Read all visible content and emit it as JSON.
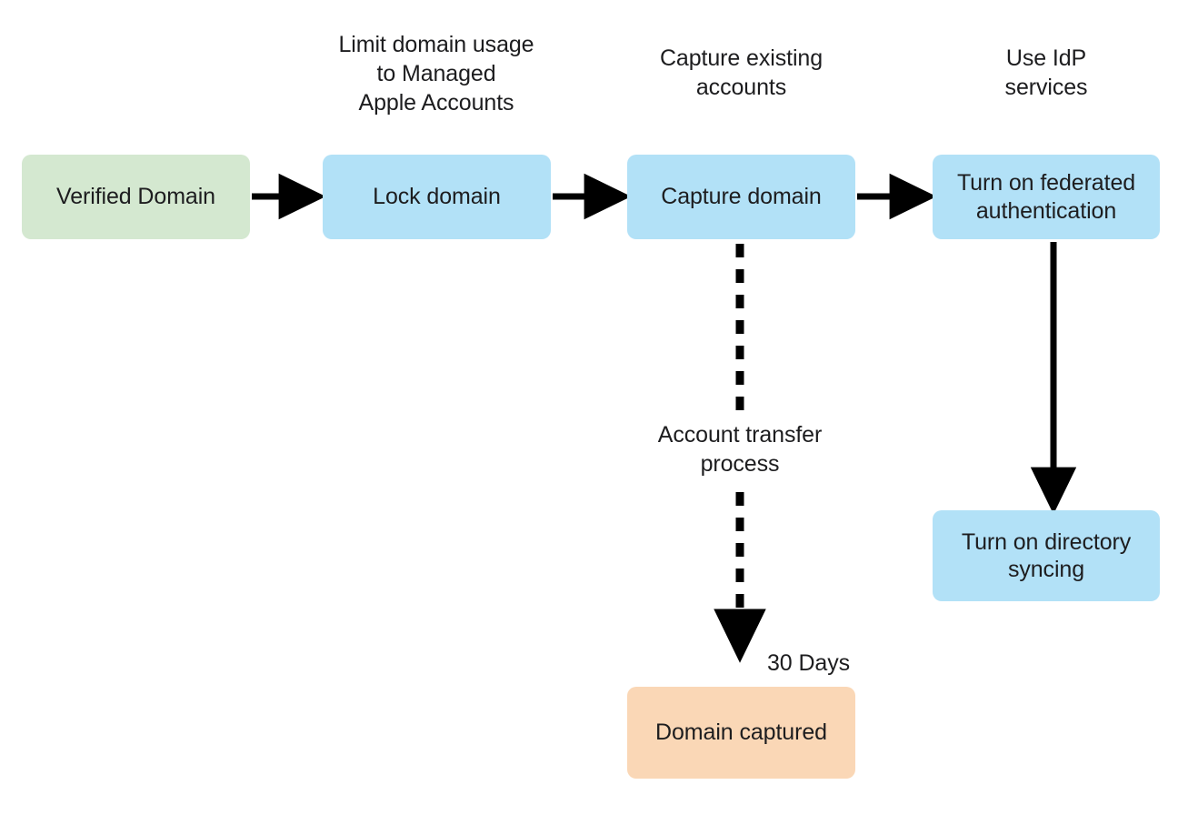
{
  "diagram": {
    "title_absent": true,
    "colors": {
      "green_node": "#d4e8d0",
      "blue_node": "#b2e1f7",
      "orange_node": "#fad7b6",
      "edge": "#000000",
      "text": "#1d1d1f",
      "background": "#ffffff"
    },
    "captions": [
      {
        "id": "caption-lock-domain",
        "text": "Limit domain usage\nto Managed\nApple Accounts"
      },
      {
        "id": "caption-capture-domain",
        "text": "Capture existing\naccounts"
      },
      {
        "id": "caption-federated-auth",
        "text": "Use IdP\nservices"
      }
    ],
    "nodes": [
      {
        "id": "node-verified-domain",
        "label": "Verified Domain",
        "color": "green_node"
      },
      {
        "id": "node-lock-domain",
        "label": "Lock domain",
        "color": "blue_node"
      },
      {
        "id": "node-capture-domain",
        "label": "Capture domain",
        "color": "blue_node"
      },
      {
        "id": "node-federated-auth",
        "label": "Turn on federated\nauthentication",
        "color": "blue_node"
      },
      {
        "id": "node-directory-syncing",
        "label": "Turn on directory\nsyncing",
        "color": "blue_node"
      },
      {
        "id": "node-domain-captured",
        "label": "Domain captured",
        "color": "orange_node"
      }
    ],
    "edges": [
      {
        "id": "edge-verified-to-lock",
        "from": "node-verified-domain",
        "to": "node-lock-domain",
        "style": "solid",
        "direction": "right",
        "label": ""
      },
      {
        "id": "edge-lock-to-capture",
        "from": "node-lock-domain",
        "to": "node-capture-domain",
        "style": "solid",
        "direction": "right",
        "label": ""
      },
      {
        "id": "edge-capture-to-federated",
        "from": "node-capture-domain",
        "to": "node-federated-auth",
        "style": "solid",
        "direction": "right",
        "label": ""
      },
      {
        "id": "edge-federated-to-syncing",
        "from": "node-federated-auth",
        "to": "node-directory-syncing",
        "style": "solid",
        "direction": "down",
        "label": ""
      },
      {
        "id": "edge-capture-to-domaincaptured",
        "from": "node-capture-domain",
        "to": "node-domain-captured",
        "style": "dashed",
        "direction": "down",
        "label": "Account transfer\nprocess",
        "end_label": "30 Days"
      }
    ],
    "edge_labels": [
      {
        "id": "edge-label-account-transfer",
        "text": "Account transfer\nprocess"
      },
      {
        "id": "edge-label-30-days",
        "text": "30 Days"
      }
    ]
  }
}
